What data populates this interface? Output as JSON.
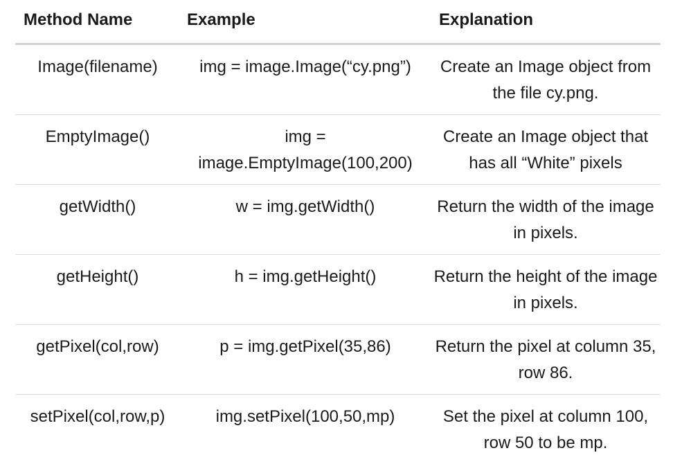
{
  "table": {
    "headers": [
      "Method Name",
      "Example",
      "Explanation"
    ],
    "rows": [
      {
        "method": "Image(filename)",
        "example": "img = image.Image(“cy.png”)",
        "explanation": "Create an Image object from the file cy.png."
      },
      {
        "method": "EmptyImage()",
        "example": "img = image.EmptyImage(100,200)",
        "explanation": "Create an Image object that has all “White” pixels"
      },
      {
        "method": "getWidth()",
        "example": "w = img.getWidth()",
        "explanation": "Return the width of the image in pixels."
      },
      {
        "method": "getHeight()",
        "example": "h = img.getHeight()",
        "explanation": "Return the height of the image in pixels."
      },
      {
        "method": "getPixel(col,row)",
        "example": "p = img.getPixel(35,86)",
        "explanation": "Return the pixel at column 35, row 86."
      },
      {
        "method": "setPixel(col,row,p)",
        "example": "img.setPixel(100,50,mp)",
        "explanation": "Set the pixel at column 100, row 50 to be mp."
      }
    ]
  }
}
